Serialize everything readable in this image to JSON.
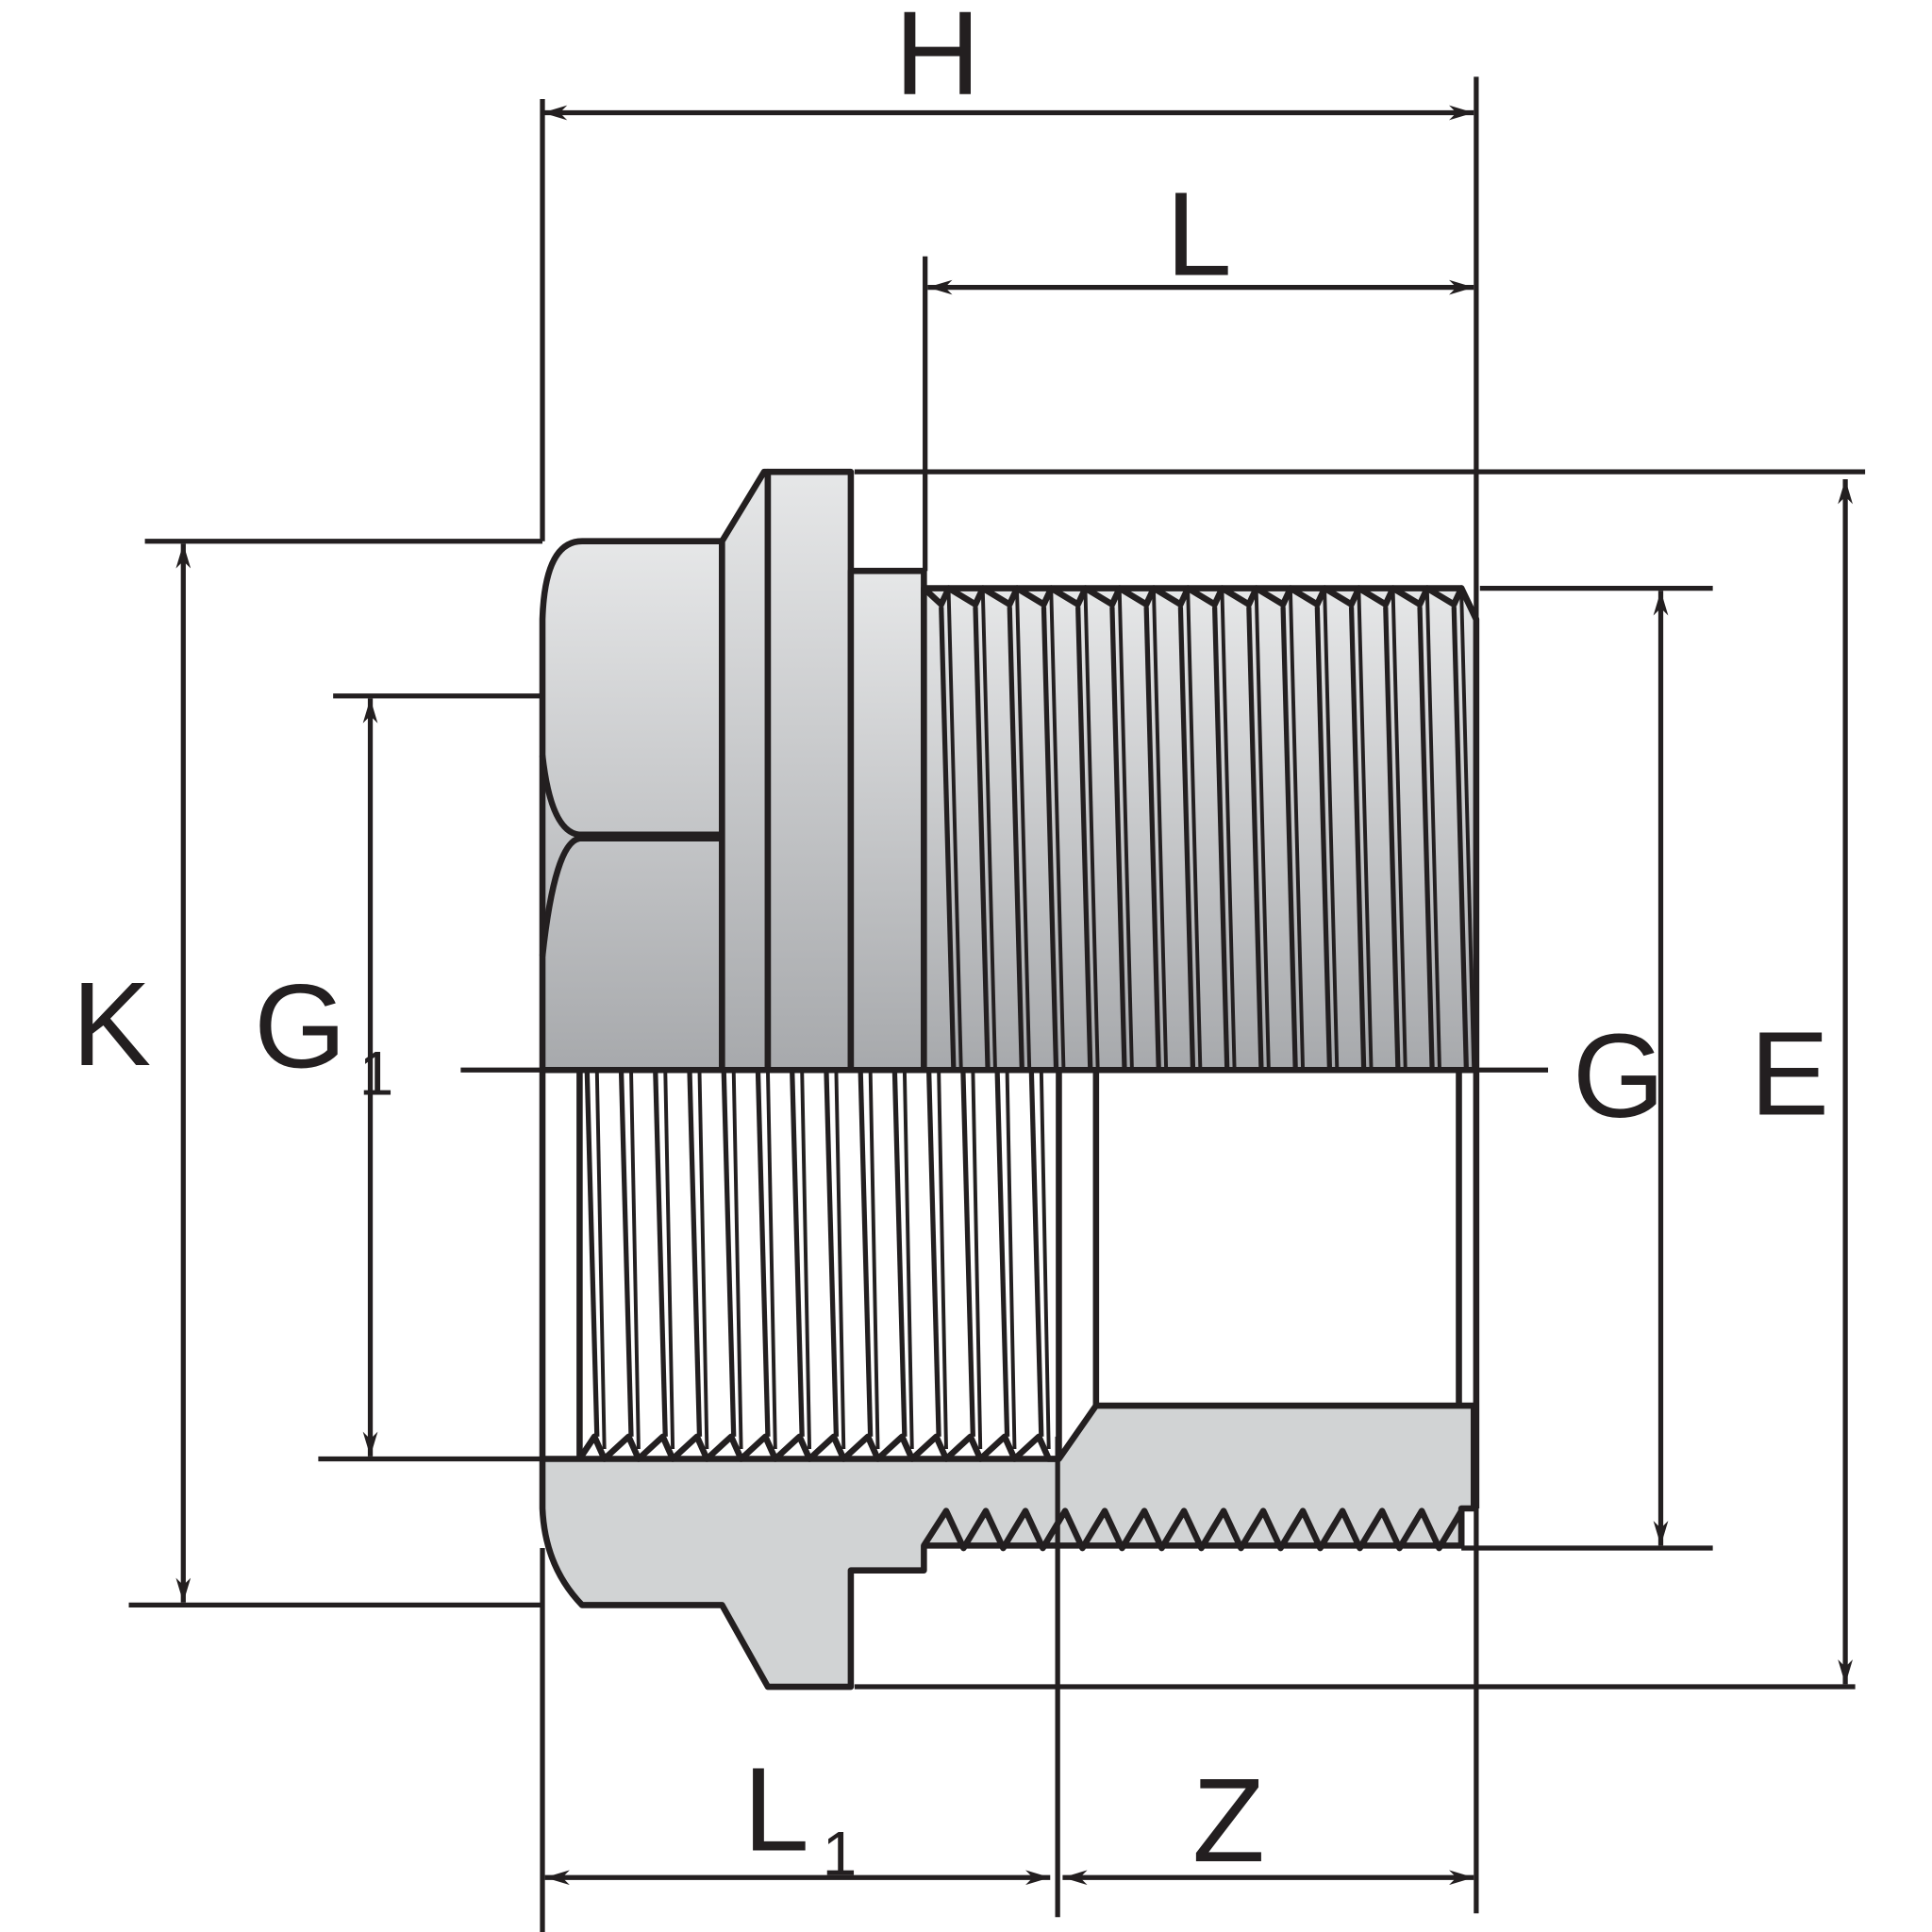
{
  "labels": {
    "H": "H",
    "L": "L",
    "K": "K",
    "G1_main": "G",
    "G1_sub": "1",
    "G": "G",
    "E": "E",
    "L1_main": "L",
    "L1_sub": "1",
    "Z": "Z"
  },
  "colors": {
    "line": "#231f20",
    "fill_light": "#e6e7e8",
    "fill_dark": "#a7a9ac",
    "section": "#d1d3d4"
  }
}
